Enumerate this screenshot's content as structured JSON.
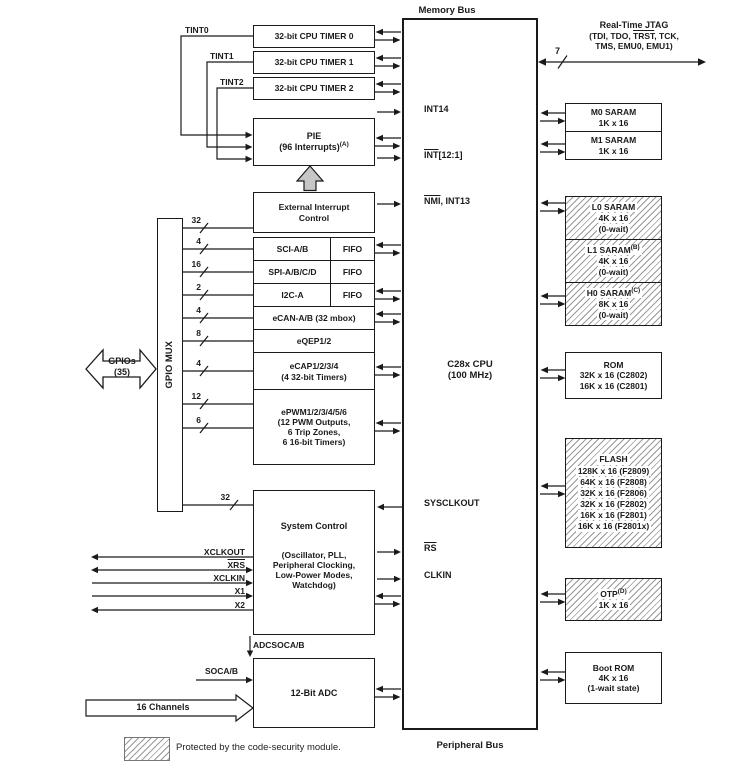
{
  "buses": {
    "memory": "Memory Bus",
    "peripheral": "Peripheral Bus"
  },
  "jtag": {
    "title": "Real-Time JTAG",
    "pins_pre": "(TDI, TDO, ",
    "pins_overline": "TRST",
    "pins_post": ", TCK,",
    "pins_line2": "TMS, EMU0, EMU1)",
    "bus_width": "7"
  },
  "timers": [
    {
      "signal": "TINT0",
      "label": "32-bit CPU TIMER 0"
    },
    {
      "signal": "TINT1",
      "label": "32-bit CPU TIMER 1"
    },
    {
      "signal": "TINT2",
      "label": "32-bit CPU TIMER 2"
    }
  ],
  "pie": {
    "title": "PIE",
    "subtitle": "(96 Interrupts)",
    "note": "(A)"
  },
  "ext_int": {
    "line1": "External Interrupt",
    "line2": "Control"
  },
  "cpu": {
    "title": "C28x CPU",
    "subtitle": "(100 MHz)",
    "int14": "INT14",
    "int12_overline": "INT",
    "int12_rest": "[12:1]",
    "nmi_overline": "NMI",
    "nmi_rest": ", INT13",
    "sysclkout": "SYSCLKOUT",
    "rs": "RS",
    "clkin": "CLKIN"
  },
  "peripherals": [
    {
      "label": "SCI-A/B",
      "fifo": "FIFO"
    },
    {
      "label": "SPI-A/B/C/D",
      "fifo": "FIFO"
    },
    {
      "label": "I2C-A",
      "fifo": "FIFO"
    },
    {
      "label": "eCAN-A/B (32 mbox)"
    },
    {
      "label": "eQEP1/2"
    },
    {
      "label": "eCAP1/2/3/4",
      "sub": "(4 32-bit Timers)"
    },
    {
      "label": "ePWM1/2/3/4/5/6",
      "sub1": "(12 PWM Outputs,",
      "sub2": "6 Trip Zones,",
      "sub3": "6 16-bit Timers)"
    }
  ],
  "bus_widths": {
    "ext_int": "32",
    "sci": "4",
    "spi": "16",
    "i2c": "2",
    "ecan": "4",
    "eqep": "8",
    "ecap": "4",
    "epwm_a": "12",
    "epwm_b": "6",
    "sysctrl": "32"
  },
  "gpio": {
    "arrow_line1": "GPIOs",
    "arrow_line2": "(35)",
    "mux": "GPIO MUX"
  },
  "system_control": {
    "title": "System Control",
    "sub1": "(Oscillator, PLL,",
    "sub2": "Peripheral Clocking,",
    "sub3": "Low-Power Modes,",
    "sub4": "Watchdog)"
  },
  "clock_signals": {
    "xclkout": "XCLKOUT",
    "xrs": "XRS",
    "xclkin": "XCLKIN",
    "x1": "X1",
    "x2": "X2"
  },
  "adc": {
    "soc_top": "ADCSOCA/B",
    "soc_left": "SOCA/B",
    "title": "12-Bit ADC",
    "channels": "16 Channels"
  },
  "memories": [
    {
      "name": "M0 SARAM",
      "lines": [
        "1K x 16"
      ]
    },
    {
      "name": "M1 SARAM",
      "lines": [
        "1K x 16"
      ]
    },
    {
      "name": "L0 SARAM",
      "lines": [
        "4K x 16",
        "(0-wait)"
      ]
    },
    {
      "name": "L1 SARAM",
      "note": "(B)",
      "lines": [
        "4K x 16",
        "(0-wait)"
      ]
    },
    {
      "name": "H0 SARAM",
      "note": "(C)",
      "lines": [
        "8K x 16",
        "(0-wait)"
      ]
    },
    {
      "name": "ROM",
      "lines": [
        "32K x 16 (C2802)",
        "16K x 16 (C2801)"
      ]
    },
    {
      "name": "FLASH",
      "lines": [
        "128K x 16 (F2809)",
        "64K x 16 (F2808)",
        "32K x 16 (F2806)",
        "32K x 16 (F2802)",
        "16K x 16 (F2801)",
        "16K x 16 (F2801x)"
      ]
    },
    {
      "name": "OTP",
      "note": "(D)",
      "lines": [
        "1K x 16"
      ]
    },
    {
      "name": "Boot ROM",
      "lines": [
        "4K x 16",
        "(1-wait state)"
      ]
    }
  ],
  "legend": {
    "text": "Protected by the code-security module."
  },
  "colors": {
    "ink": "#1a1a1a",
    "hatch": "#999999",
    "arrow_fill": "#c6c6c6"
  }
}
